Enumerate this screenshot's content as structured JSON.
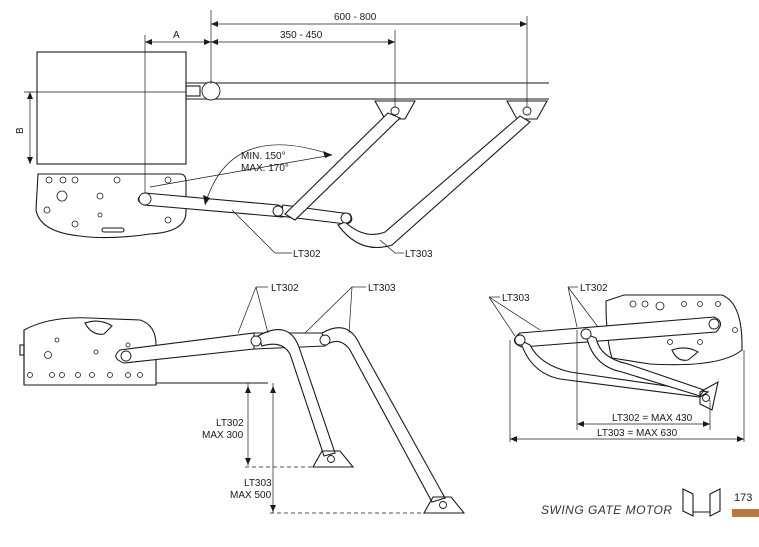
{
  "dimensions": {
    "total_range": "600 - 800",
    "inner_range": "350 - 450",
    "offset_a": "A",
    "offset_b": "B"
  },
  "angles": {
    "min": "MIN. 150°",
    "max": "MAX. 170°"
  },
  "arms": {
    "lt302": "LT302",
    "lt303": "LT303"
  },
  "limits": {
    "lt302_label": "LT302",
    "lt302_max": "MAX 300",
    "lt303_label": "LT303",
    "lt303_max": "MAX 500",
    "lt302_reach": "LT302 = MAX 430",
    "lt303_reach": "LT303 = MAX 630"
  },
  "footer": {
    "caption": "SWING GATE MOTOR",
    "page_number": "173",
    "icon": "swing-gate-icon",
    "accent_color": "#b9783d"
  }
}
